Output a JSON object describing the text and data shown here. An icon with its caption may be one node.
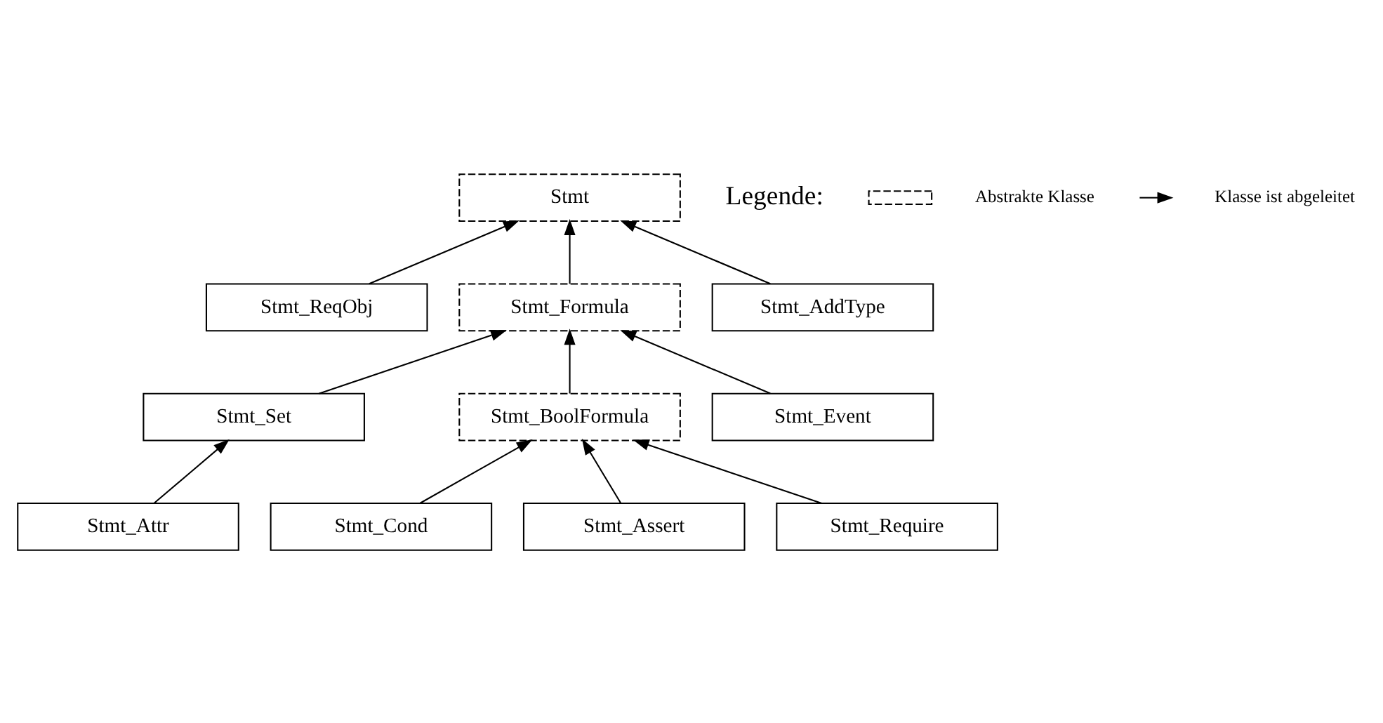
{
  "diagram": {
    "nodes": [
      {
        "text": [
          "Stmt"
        ]
      },
      {
        "text": [
          "Stmt_ReqObj"
        ]
      },
      {
        "text": [
          "Stmt_Formula"
        ]
      },
      {
        "text": [
          "Stmt_AddType"
        ]
      },
      {
        "text": [
          "Stmt_Set"
        ]
      },
      {
        "text": [
          "Stmt_BoolFormula"
        ]
      },
      {
        "text": [
          "Stmt_Event"
        ]
      },
      {
        "text": [
          "Stmt_Attr"
        ]
      },
      {
        "text": [
          "Stmt_Cond"
        ]
      },
      {
        "text": [
          "Stmt_Assert"
        ]
      },
      {
        "text": [
          "Stmt_Require"
        ]
      }
    ],
    "edges": [
      {
        "from": 1,
        "to": 0,
        "arrow": "to"
      },
      {
        "from": 2,
        "to": 0,
        "arrow": "to"
      },
      {
        "from": 3,
        "to": 0,
        "arrow": "to"
      },
      {
        "from": 4,
        "to": 2,
        "arrow": "to"
      },
      {
        "from": 5,
        "to": 2,
        "arrow": "to"
      },
      {
        "from": 6,
        "to": 2,
        "arrow": "to"
      },
      {
        "from": 7,
        "to": 4,
        "arrow": "to"
      },
      {
        "from": 8,
        "to": 5,
        "arrow": "to"
      },
      {
        "from": 9,
        "to": 5,
        "arrow": "to"
      },
      {
        "from": 10,
        "to": 5,
        "arrow": "to"
      }
    ],
    "labels": [
      "Legende:"
    ],
    "legend": [
      {
        "text": "Abstrakte Klasse"
      },
      {
        "text": "Klasse ist abgeleitet"
      }
    ]
  }
}
